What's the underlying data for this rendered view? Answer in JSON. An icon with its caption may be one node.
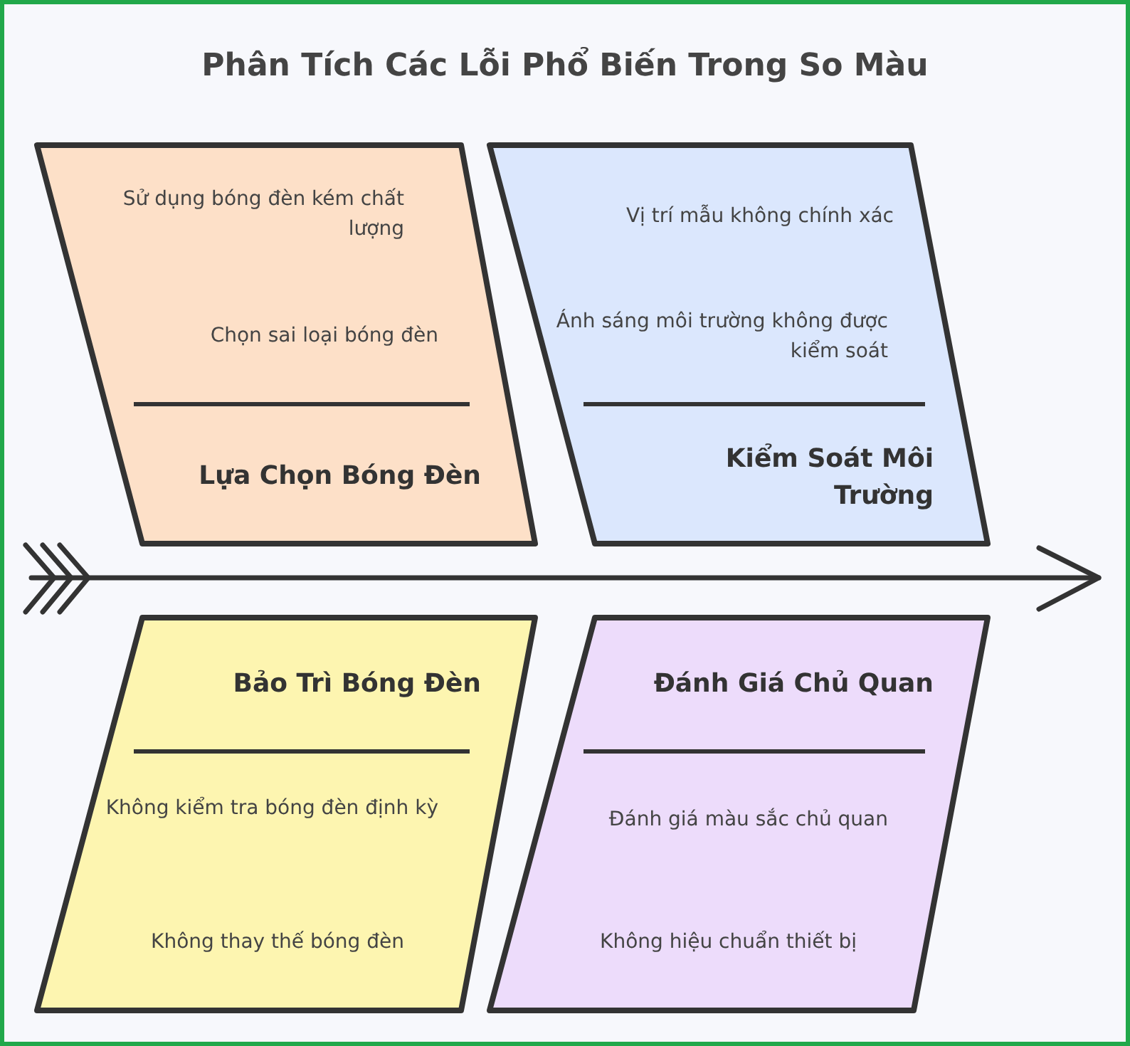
{
  "diagram": {
    "title": "Phân Tích Các Lỗi Phổ Biến Trong So Màu",
    "nodes": [
      {
        "text": [
          "Sử dụng bóng đèn kém chất lượng",
          "Chọn sai loại bóng đèn",
          "Lựa Chọn Bóng Đèn"
        ]
      },
      {
        "text": [
          "Vị trí mẫu không chính xác",
          "Ánh sáng môi trường không được kiểm soát",
          "Kiểm Soát Môi Trường"
        ]
      },
      {
        "text": [
          "Bảo Trì Bóng Đèn",
          "Không kiểm tra bóng đèn định kỳ",
          "Không thay thế bóng đèn"
        ]
      },
      {
        "text": [
          "Đánh Giá Chủ Quan",
          "Đánh giá màu sắc chủ quan",
          "Không hiệu chuẩn thiết bị"
        ]
      }
    ]
  }
}
